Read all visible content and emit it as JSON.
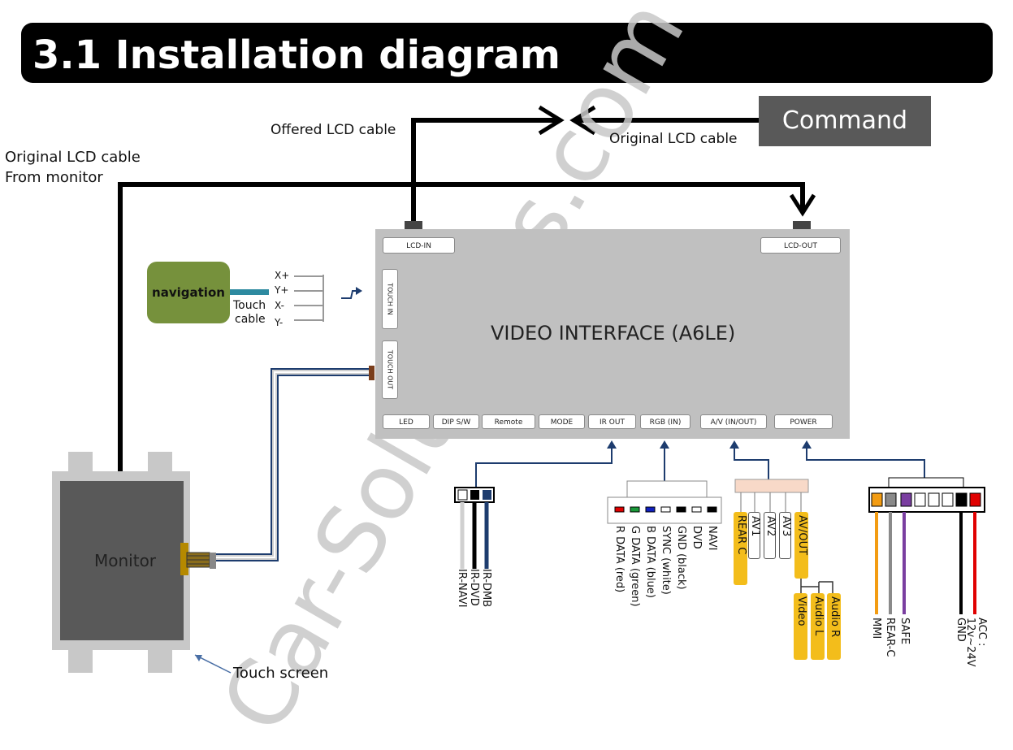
{
  "header": {
    "title": "3.1 Installation diagram"
  },
  "labels": {
    "original_lcd_line1": "Original LCD cable",
    "original_lcd_line2": "From monitor",
    "offered_lcd": "Offered LCD cable",
    "original_lcd_top": "Original  LCD cable",
    "command": "Command",
    "touch_cable_line1": "Touch",
    "touch_cable_line2": "cable",
    "touch_screen": "Touch screen",
    "monitor": "Monitor",
    "navigation": "navigation"
  },
  "touch_pins": [
    "X+",
    "Y+",
    "X-",
    "Y-"
  ],
  "board": {
    "title": "VIDEO INTERFACE (A6LE)",
    "lcd_in": "LCD-IN",
    "lcd_out": "LCD-OUT",
    "touch_in": "TOUCH IN",
    "touch_out": "TOUCH OUT",
    "bottom_ports": [
      "LED",
      "DIP S/W",
      "Remote",
      "MODE",
      "IR OUT",
      "RGB (IN)",
      "A/V (IN/OUT)",
      "POWER"
    ]
  },
  "ir_wires": [
    "IR-NAVI",
    "IR-DVD",
    "IR-DMB"
  ],
  "rgb_wires": [
    "R DATA (red)",
    "G DATA (green)",
    "B DATA (blue)",
    "SYNC (white)",
    "GND (black)",
    "DVD",
    "NAVI"
  ],
  "av_tags": [
    "REAR C",
    "AV1",
    "AV2",
    "AV3",
    "AV/OUT"
  ],
  "av_out_tags": [
    "Video",
    "Audio L",
    "Audio R"
  ],
  "power_wires": [
    "MMI",
    "REAR-C",
    "SAFE",
    "GND",
    "ACC :",
    "12v~24V"
  ],
  "watermark": "Car-Solutions.com",
  "colors": {
    "header_bg": "#000000",
    "board_bg": "#c0c0c0",
    "navigation_bg": "#76913c",
    "tag_yellow": "#f3bd1b",
    "wire_blue": "#1d3c6e",
    "wire_orange": "#f39c12",
    "wire_purple": "#7a3ea0",
    "wire_red": "#e00000",
    "command_bg": "#595959"
  }
}
